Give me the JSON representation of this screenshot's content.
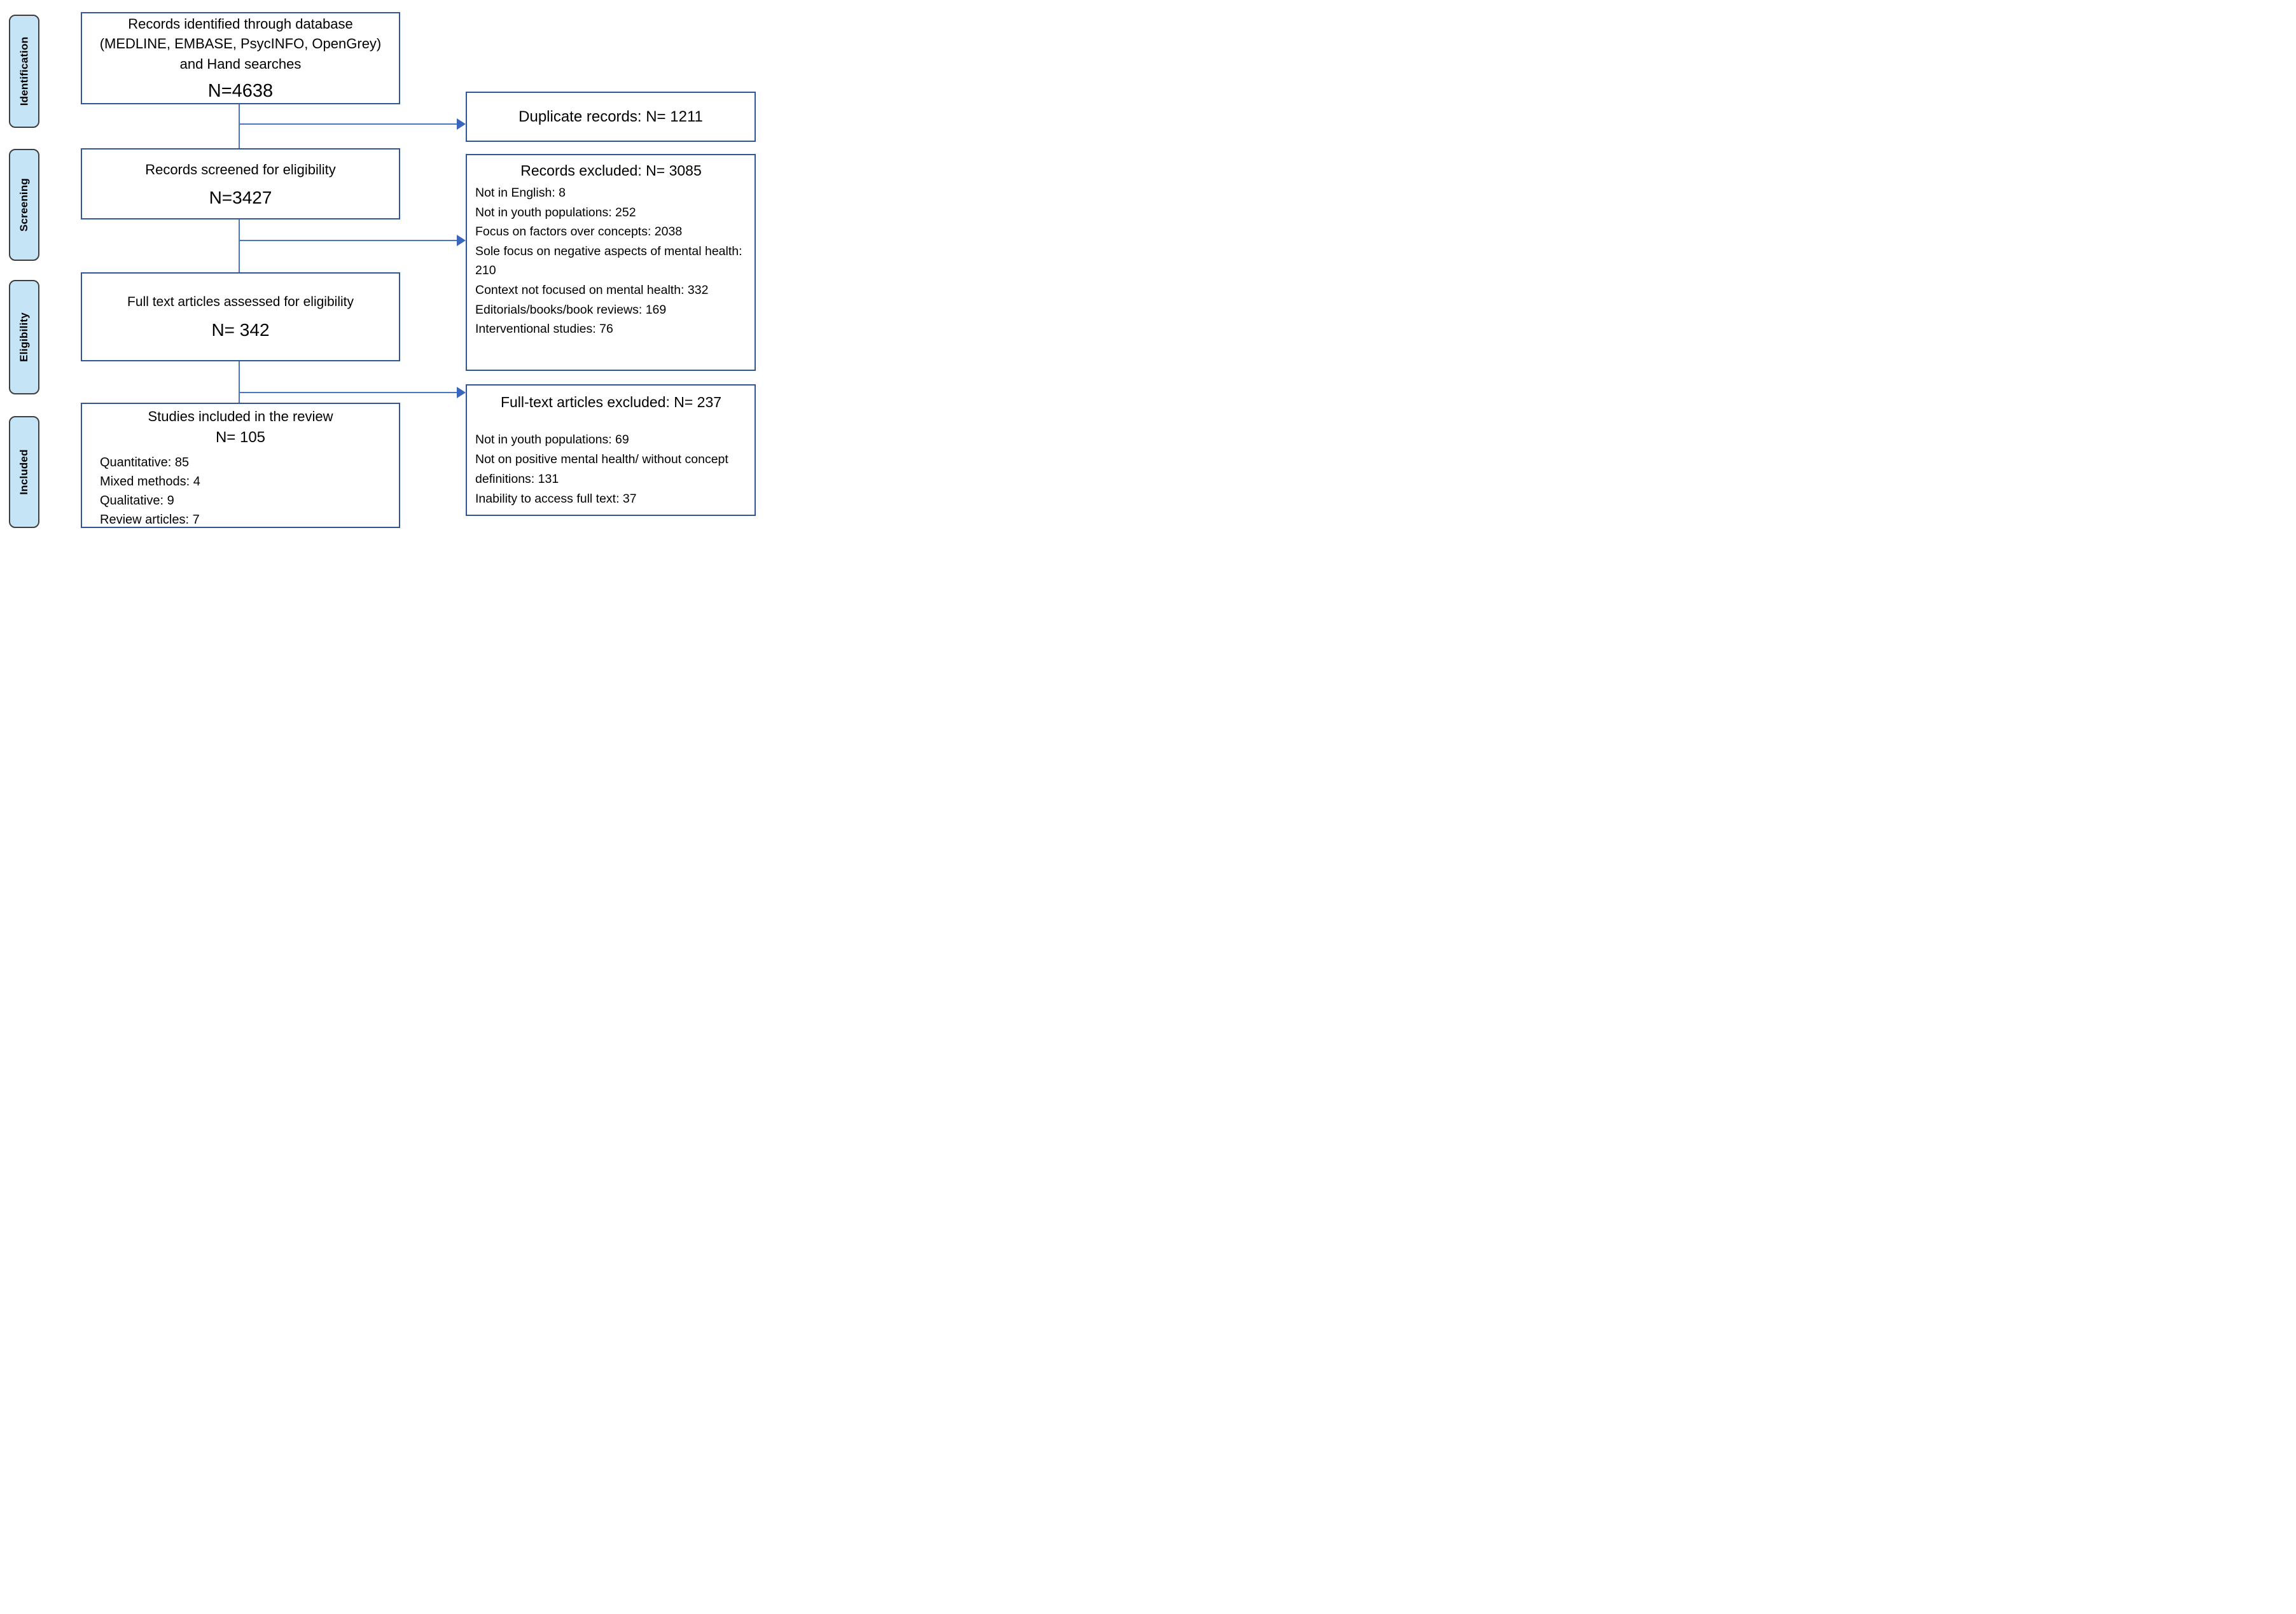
{
  "diagram": {
    "title": "PRISMA study selection flow diagram",
    "colors": {
      "box_border": "#2f5597",
      "connector": "#4a74c4",
      "stage_fill": "#c5e5f7",
      "stage_border": "#3d3d3d",
      "text": "#000000"
    },
    "stages": [
      {
        "label": "Identification"
      },
      {
        "label": "Screening"
      },
      {
        "label": "Eligibility"
      },
      {
        "label": "Included"
      }
    ],
    "main_boxes": [
      {
        "lines": [
          "Records identified through database",
          "(MEDLINE, EMBASE, PsycINFO, OpenGrey)",
          "and Hand searches"
        ],
        "n_label": "N=4638"
      },
      {
        "lines": [
          "Records screened for eligibility"
        ],
        "n_label": "N=3427"
      },
      {
        "lines": [
          "Full text articles assessed for eligibility"
        ],
        "n_label": "N= 342"
      },
      {
        "lines": [
          "Studies included in the review"
        ],
        "n_label": "N= 105",
        "details": [
          "Quantitative: 85",
          "Mixed methods: 4",
          "Qualitative: 9",
          "Review articles: 7"
        ]
      }
    ],
    "side_boxes": [
      {
        "heading": "Duplicate records: N= 1211",
        "details": []
      },
      {
        "heading": "Records excluded: N= 3085",
        "details": [
          "Not in English: 8",
          "Not in youth populations: 252",
          "Focus on factors over concepts: 2038",
          "Sole focus on negative aspects of mental health: 210",
          "Context not focused on mental health: 332",
          "Editorials/books/book reviews: 169",
          "Interventional studies: 76"
        ]
      },
      {
        "heading": "Full-text articles excluded: N= 237",
        "details": [
          "Not in youth populations: 69",
          "Not on positive mental health/ without concept definitions: 131",
          "Inability to access full text: 37"
        ]
      }
    ]
  }
}
